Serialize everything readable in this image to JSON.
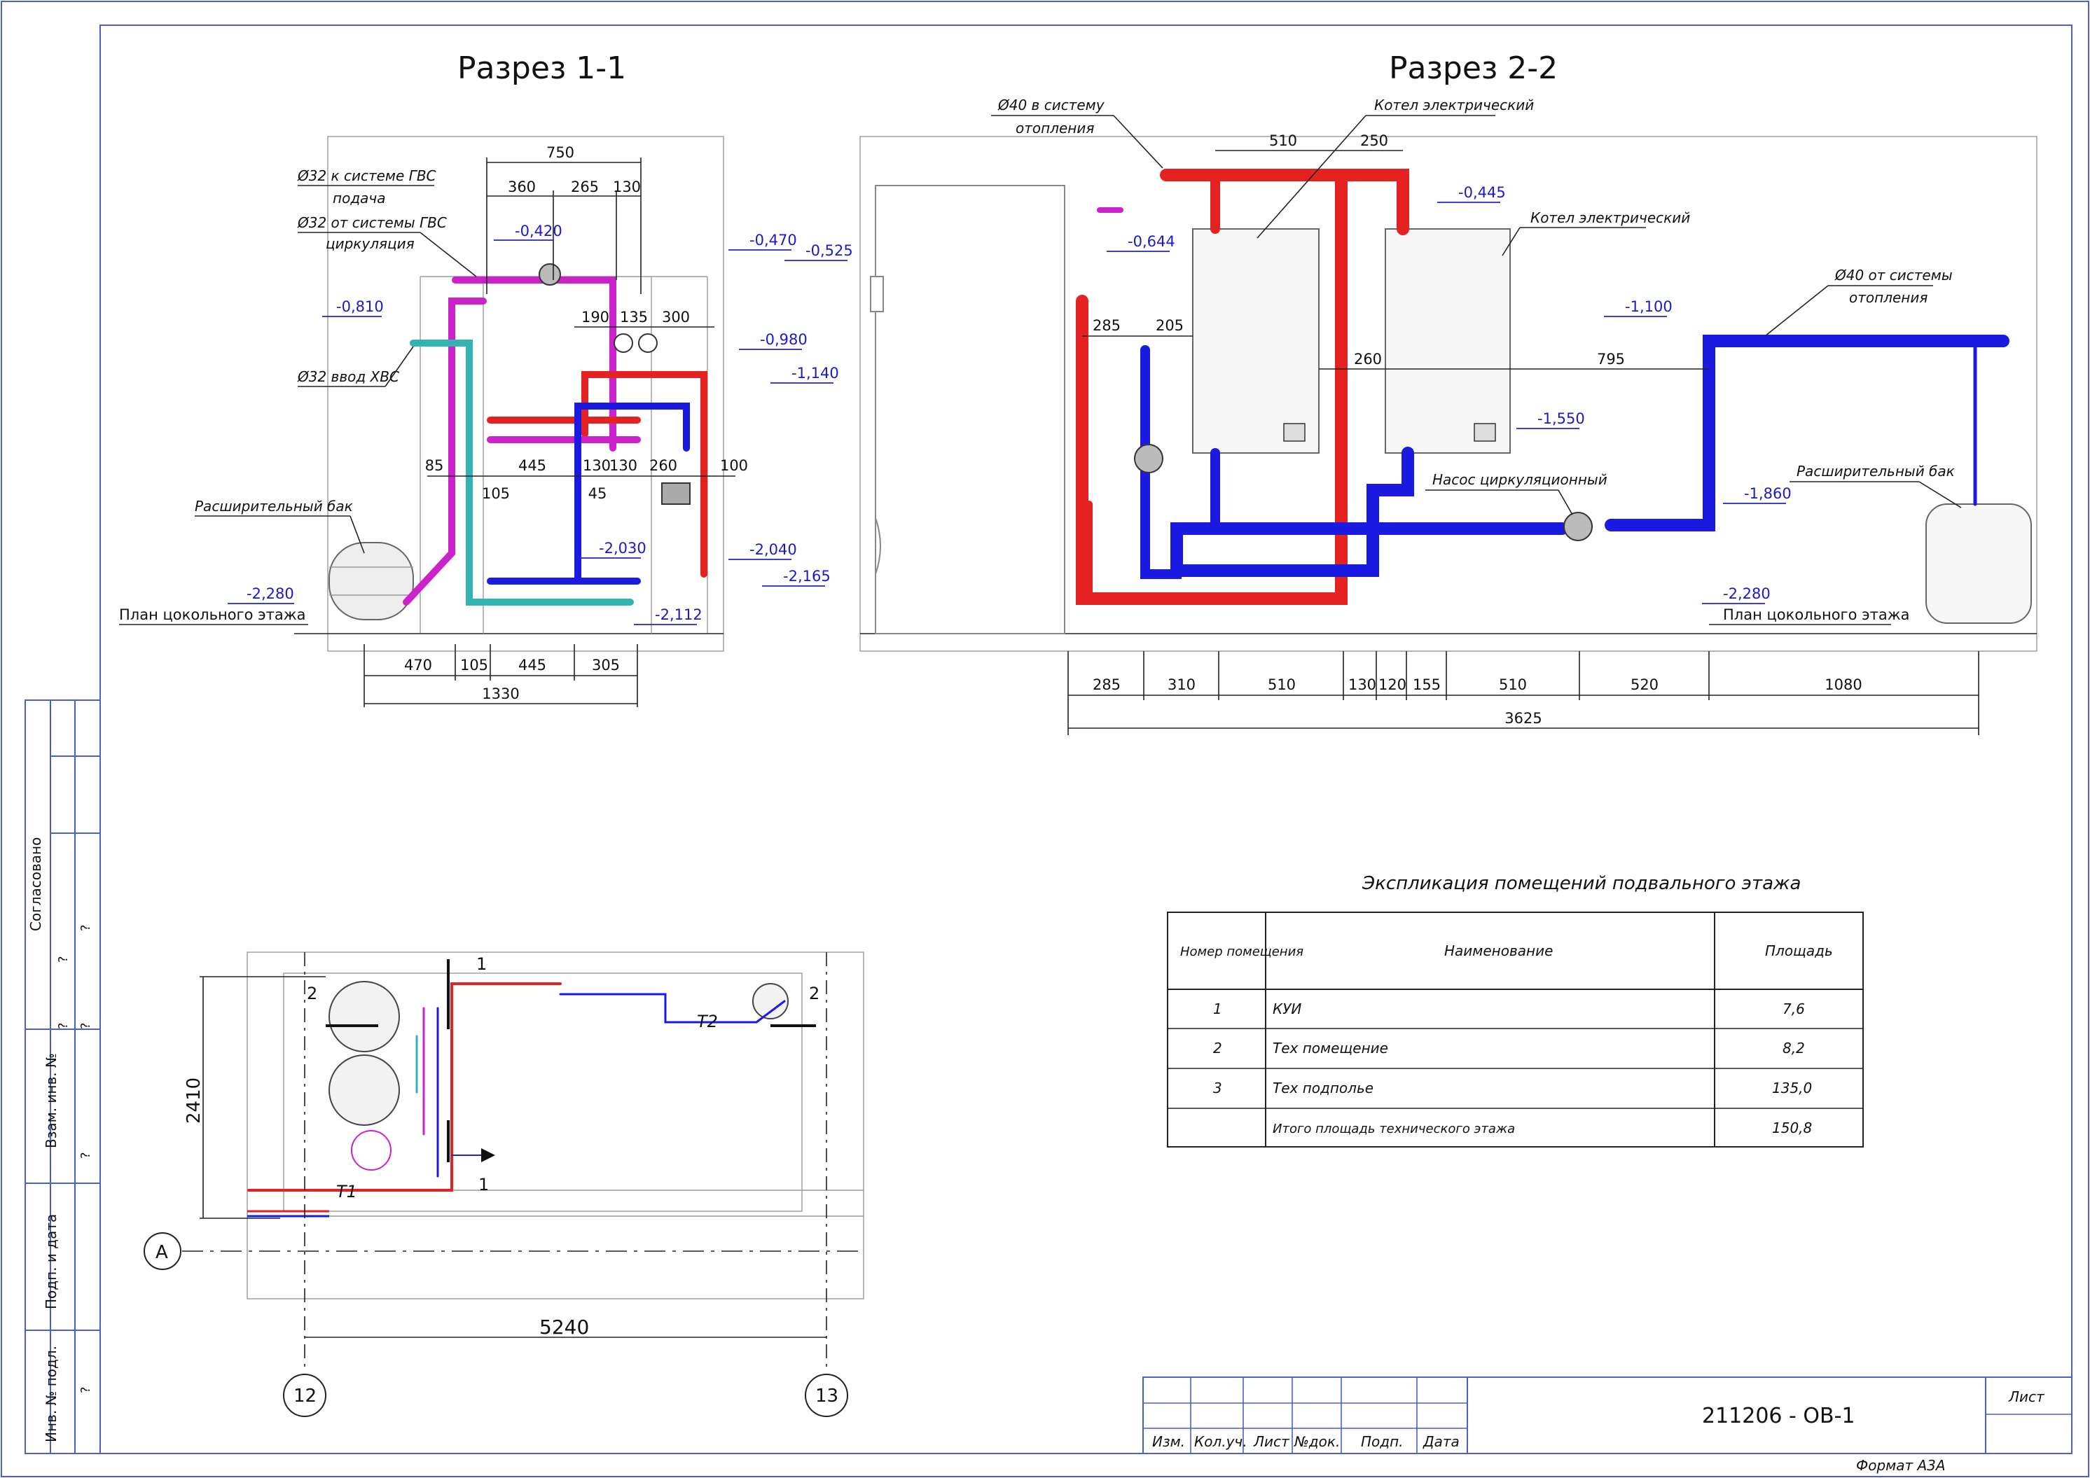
{
  "section_1": {
    "title": "Разрез 1-1",
    "labels": {
      "gvs_supply_1": "Ø32 к системе ГВС",
      "gvs_supply_2": "подача",
      "gvs_return_1": "Ø32 от системы ГВС",
      "gvs_return_2": "циркуляция",
      "hvs_input": "Ø32 ввод ХВС",
      "tank": "Расширительный бак",
      "floor_plan": "План цокольного этажа"
    },
    "levels": [
      "-0,420",
      "-0,470",
      "-0,525",
      "-0,810",
      "-0,980",
      "-1,140",
      "-2,030",
      "-2,040",
      "-2,165",
      "-2,112",
      "-2,280"
    ],
    "dims_top": [
      "750",
      "360",
      "265",
      "130",
      "190",
      "135",
      "300"
    ],
    "dims_mid": [
      "85",
      "105",
      "445",
      "130",
      "130",
      "260",
      "100",
      "45"
    ],
    "dims_bottom": [
      "470",
      "105",
      "445",
      "305"
    ],
    "dim_total": "1330"
  },
  "section_2": {
    "title": "Разрез 2-2",
    "labels": {
      "heat_supply_1": "Ø40 в систему",
      "heat_supply_2": "отопления",
      "boiler_1": "Котел электрический",
      "boiler_2": "Котел электрический",
      "heat_return_1": "Ø40 от системы",
      "heat_return_2": "отопления",
      "pump": "Насос циркуляционный",
      "tank": "Расширительный бак",
      "floor_plan": "План цокольного этажа"
    },
    "levels": [
      "-0,445",
      "-0,644",
      "-1,100",
      "-1,550",
      "-1,860",
      "-2,280"
    ],
    "dims_top": [
      "510",
      "250",
      "285",
      "205",
      "260",
      "795"
    ],
    "dims_bottom": [
      "285",
      "310",
      "510",
      "130",
      "120",
      "155",
      "510",
      "520",
      "1080"
    ],
    "dim_total": "3625"
  },
  "plan": {
    "dim_width": "5240",
    "dim_height": "2410",
    "axis_a": "A",
    "axis_12": "12",
    "axis_13": "13",
    "cut_1": "1",
    "cut_2": "2",
    "t1": "T1",
    "t2": "T2"
  },
  "explication": {
    "title": "Экспликация помещений подвального этажа",
    "headers": [
      "Номер помещения",
      "Наименование",
      "Площадь"
    ],
    "rows": [
      [
        "1",
        "КУИ",
        "7,6"
      ],
      [
        "2",
        "Тех помещение",
        "8,2"
      ],
      [
        "3",
        "Тех подполье",
        "135,0"
      ],
      [
        "",
        "Итого площадь технического этажа",
        "150,8"
      ]
    ]
  },
  "side_stamp": {
    "agreed": "Согласовано",
    "inv_repl": "Взам. инв. №",
    "sign_date": "Подп. и дата",
    "inv_orig": "Инв. № подл.",
    "q": "?"
  },
  "title_block": {
    "cols": [
      "Изм.",
      "Кол.уч.",
      "Лист",
      "№док.",
      "Подп.",
      "Дата"
    ],
    "code": "211206 - ОВ-1",
    "sheet": "Лист",
    "format": "Формат А3А"
  },
  "colors": {
    "hot": "#e52222",
    "cold": "#1a1ae0",
    "dhw": "#cc22cc",
    "hvs": "#33b3b3",
    "frame": "#4a62c8"
  }
}
